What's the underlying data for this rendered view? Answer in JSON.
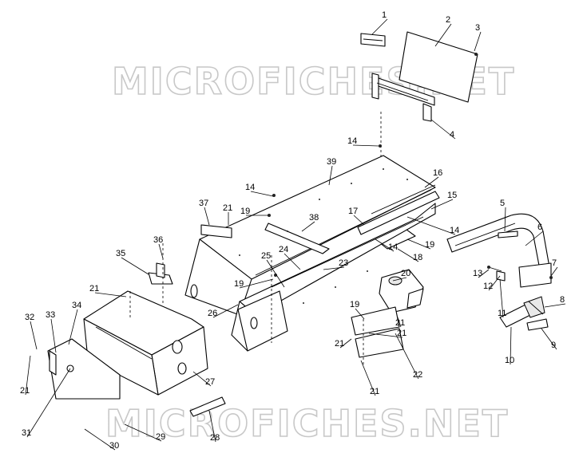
{
  "watermark": {
    "text": "MICROFICHES.NET"
  },
  "callouts": [
    "1",
    "2",
    "3",
    "4",
    "14",
    "39",
    "16",
    "15",
    "14",
    "14",
    "37",
    "21",
    "19",
    "38",
    "17",
    "19",
    "18",
    "14",
    "36",
    "35",
    "25",
    "24",
    "23",
    "19",
    "20",
    "5",
    "6",
    "7",
    "13",
    "12",
    "11",
    "8",
    "21",
    "26",
    "19",
    "21",
    "10",
    "9",
    "34",
    "33",
    "32",
    "21",
    "27",
    "21",
    "22",
    "21",
    "21",
    "31",
    "29",
    "30",
    "28"
  ]
}
